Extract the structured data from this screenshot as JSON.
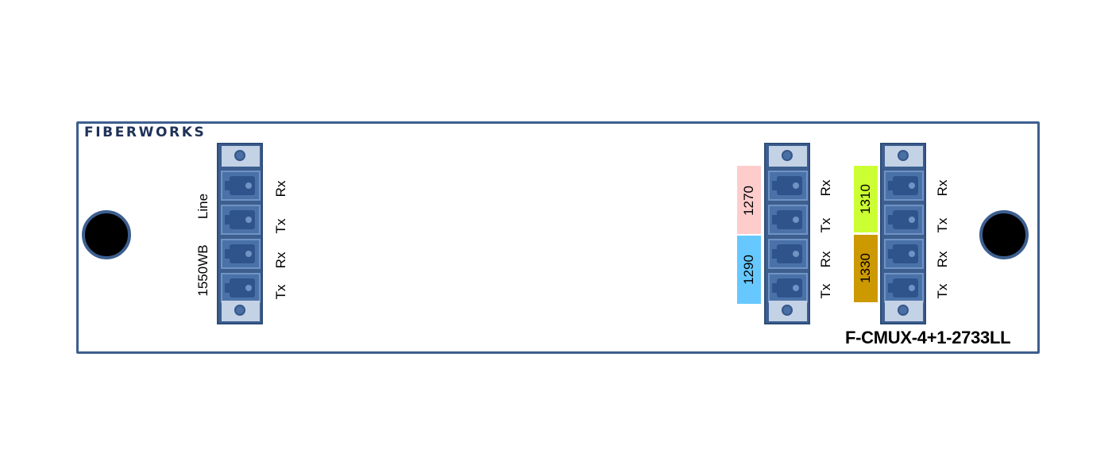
{
  "brand": "FIBERWORKS",
  "model": "F-CMUX-4+1-2733LL",
  "colors": {
    "panel_border": "#3d5f8f",
    "port_body": "#4a72a8",
    "screw_plate": "#c4d2e6"
  },
  "line_module": {
    "label_top": "Line",
    "label_bottom": "1550WB",
    "ports": [
      "Rx",
      "Tx",
      "Rx",
      "Tx"
    ]
  },
  "channel_module_1": {
    "wavelengths": [
      {
        "label": "1270",
        "color": "#ffcccc"
      },
      {
        "label": "1290",
        "color": "#66c8ff"
      }
    ],
    "ports": [
      "Rx",
      "Tx",
      "Rx",
      "Tx"
    ]
  },
  "channel_module_2": {
    "wavelengths": [
      {
        "label": "1310",
        "color": "#ccff33"
      },
      {
        "label": "1330",
        "color": "#cc9900"
      }
    ],
    "ports": [
      "Rx",
      "Tx",
      "Rx",
      "Tx"
    ]
  }
}
